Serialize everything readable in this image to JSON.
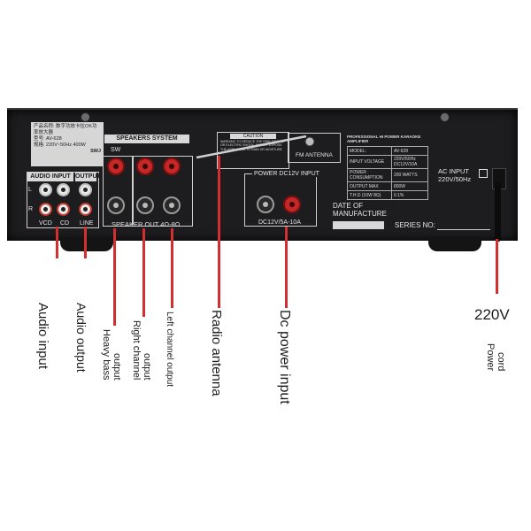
{
  "sticker": {
    "line1": "产品名称: 数字功放卡拉OK功率放大器",
    "line2": "型号:  AV-628",
    "line3": "规格:  220V~50Hz 400W",
    "brand": "SWJ"
  },
  "panel": {
    "audio_input": "AUDIO INPUT",
    "output": "OUTPUT",
    "vcd": "VCD",
    "cd": "CD",
    "line": "LINE",
    "ch_l": "L",
    "ch_r": "R",
    "speakers_system": "SPEAKERS SYSTEM",
    "sw": "SW",
    "speaker_out": "SPEAKER OUT 4Ω-8Ω",
    "caution_title": "CAUTION",
    "caution_text": "WARNING TO REDUCE THE RISK OF FIRE OR ELECTRIC SHOCK, DO NOT EXPOSE THE APPLIANCE TO RAIN OR MOISTURE",
    "fm_antenna": "FM ANTENNA",
    "power_dc": "POWER DC12V INPUT",
    "power_dc_rating": "DC12V/5A-10A",
    "date_of": "DATE OF",
    "manufacture": "MANUFACTURE",
    "series_no": "SERIES NO:",
    "ac_input": "AC INPUT",
    "ac_rating": "220V/50Hz",
    "spec_title": "PROFESSIONAL HI POWER KARAOKE AMPLIFIER",
    "spec_rows": [
      [
        "MODEL:",
        "AV-628"
      ],
      [
        "INPUT VOLTAGE",
        "220V/50Hz DC12V/10A"
      ],
      [
        "POWER CONSUMPTION",
        "200 WATTS"
      ],
      [
        "OUTPUT MAX",
        "800W"
      ],
      [
        "T.H.D   (10W 8Ω)",
        "0.1%"
      ]
    ]
  },
  "callouts": {
    "audio_input": "Audio input",
    "audio_output": "Audio output",
    "heavy_bass": [
      "Heavy bass",
      "output"
    ],
    "right_channel": [
      "Right channel",
      "output"
    ],
    "left_channel": "Left channel output",
    "radio_antenna": "Radio antenna",
    "dc_power": "Dc power input",
    "voltage": "220V",
    "power_cord": [
      "Power",
      "cord"
    ]
  },
  "colors": {
    "callout_line": "#d32f2f",
    "chassis": "#1d1d1f"
  }
}
